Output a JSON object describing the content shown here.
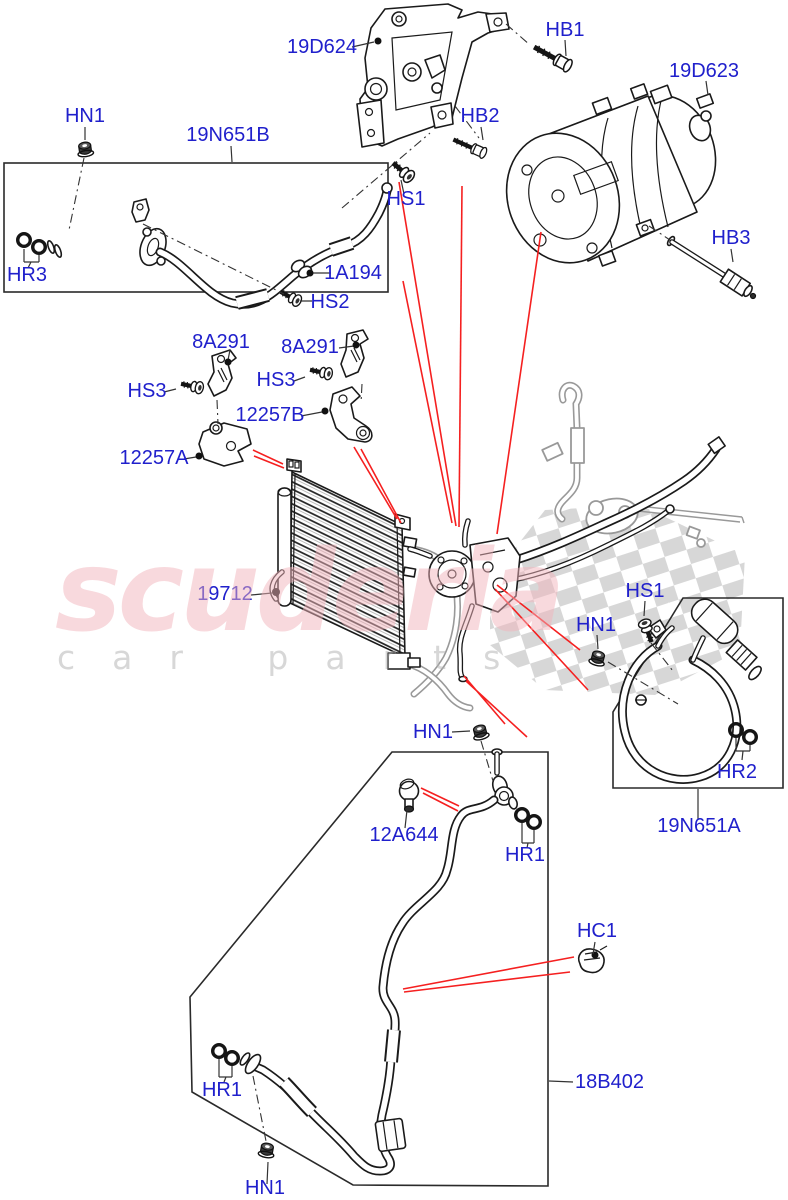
{
  "watermark": {
    "brand": "scuderia",
    "tagline": "car parts"
  },
  "labels": {
    "p19d624": "19D624",
    "hb1": "HB1",
    "p19d623": "19D623",
    "hb2": "HB2",
    "hn1": "HN1",
    "p19n651b": "19N651B",
    "hs1": "HS1",
    "hb3": "HB3",
    "hr3": "HR3",
    "p1a194": "1A194",
    "hs2": "HS2",
    "p8a291": "8A291",
    "hs3": "HS3",
    "p12257b": "12257B",
    "p12257a": "12257A",
    "p19712": "19712",
    "hr2": "HR2",
    "p19n651a": "19N651A",
    "p12a644": "12A644",
    "hr1": "HR1",
    "hc1": "HC1",
    "p18b402": "18B402"
  },
  "colors": {
    "label_blue": "#2020cc",
    "callout_red": "#f52020",
    "line_art": "#1a1a1a",
    "background_part_gray": "#999999",
    "watermark_pink": "#f8d8dc",
    "watermark_gray": "#dadada",
    "checker_gray": "#d7d7d7"
  }
}
